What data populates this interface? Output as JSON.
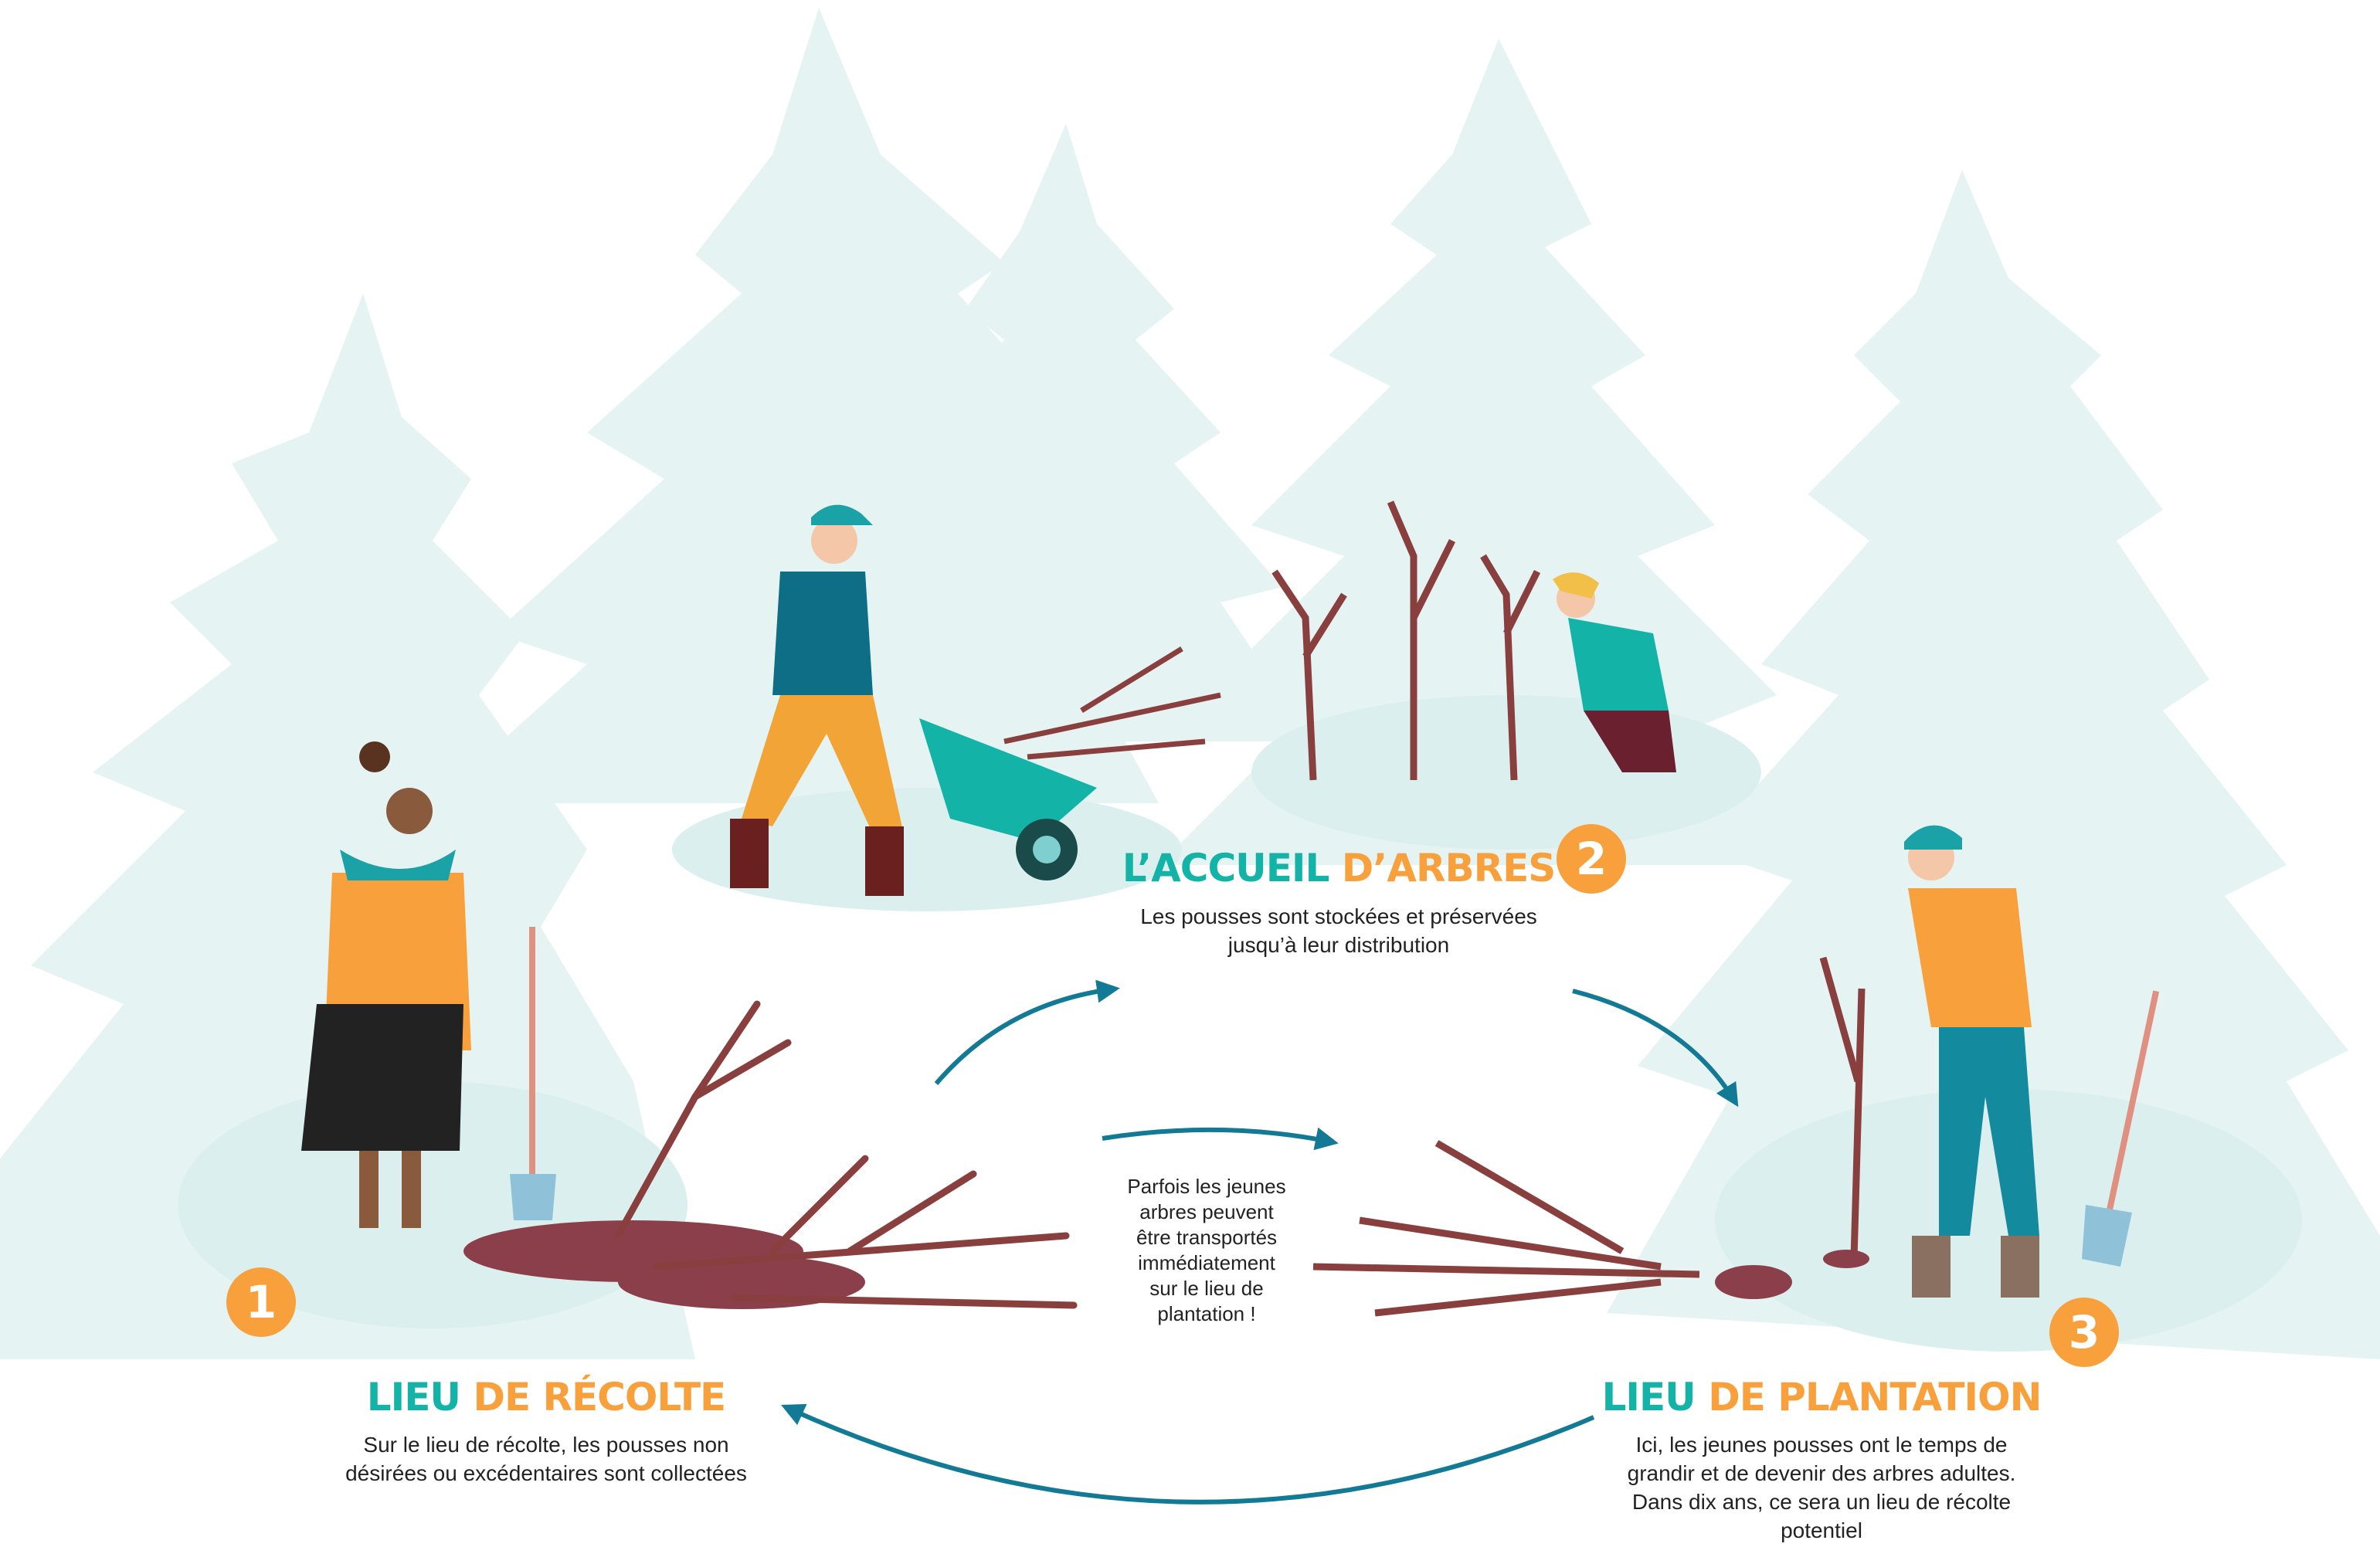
{
  "steps": [
    {
      "number": "1",
      "title_a": "LIEU",
      "title_b": "DE RÉCOLTE",
      "desc": [
        "Sur le lieu de récolte, les pousses non",
        "désirées ou excédentaires sont collectées"
      ]
    },
    {
      "number": "2",
      "title_a": "L’ACCUEIL",
      "title_b": "D’ARBRES",
      "desc": [
        "Les pousses sont stockées et préservées",
        "jusqu’à leur distribution"
      ]
    },
    {
      "number": "3",
      "title_a": "LIEU",
      "title_b": "DE PLANTATION",
      "desc": [
        "Ici, les jeunes pousses ont le temps de",
        "grandir et de devenir des arbres adultes.",
        "Dans dix ans, ce sera un lieu de récolte",
        "potentiel"
      ]
    }
  ],
  "shortcut_note": [
    "Parfois les jeunes",
    "arbres peuvent",
    "être transportés",
    "immédiatement",
    "sur le lieu de",
    "plantation !"
  ],
  "colors": {
    "teal": "#14b3a8",
    "orange": "#f7a03c",
    "arrow": "#137a96",
    "tree_bg": "#e4f2f2",
    "branch": "#8a3f3f"
  }
}
